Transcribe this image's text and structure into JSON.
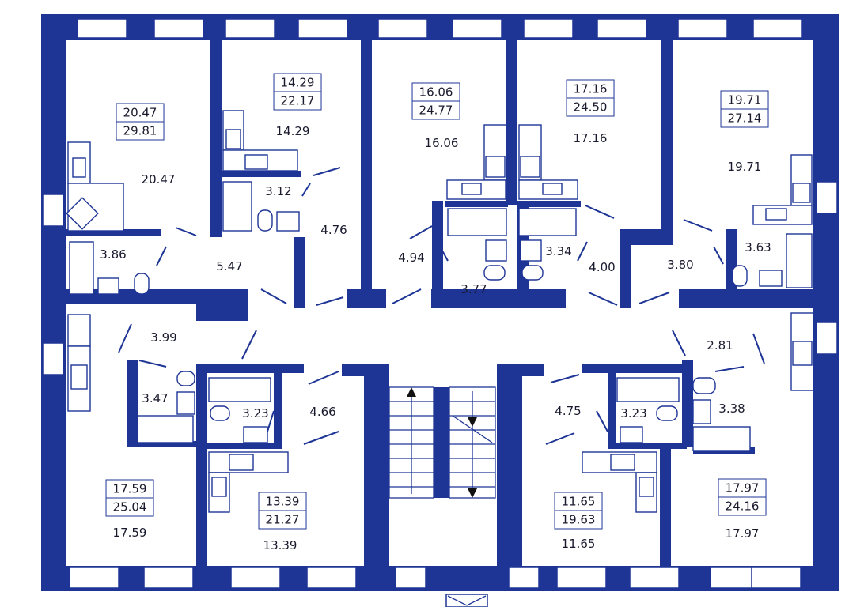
{
  "apartments": [
    {
      "id": "apt1",
      "living": "20.47",
      "total": "29.81",
      "room": "20.47"
    },
    {
      "id": "apt2",
      "living": "14.29",
      "total": "22.17",
      "room": "14.29"
    },
    {
      "id": "apt3",
      "living": "16.06",
      "total": "24.77",
      "room": "16.06"
    },
    {
      "id": "apt4",
      "living": "17.16",
      "total": "24.50",
      "room": "17.16"
    },
    {
      "id": "apt5",
      "living": "19.71",
      "total": "27.14",
      "room": "19.71"
    },
    {
      "id": "apt6",
      "living": "17.59",
      "total": "25.04",
      "room": "17.59"
    },
    {
      "id": "apt7",
      "living": "13.39",
      "total": "21.27",
      "room": "13.39"
    },
    {
      "id": "apt8",
      "living": "11.65",
      "total": "19.63",
      "room": "11.65"
    },
    {
      "id": "apt9",
      "living": "17.97",
      "total": "24.16",
      "room": "17.97"
    }
  ],
  "room_areas": {
    "bath_1": "3.86",
    "hall_1": "5.47",
    "bath_2": "3.12",
    "hall_2": "4.76",
    "hall_3": "4.94",
    "bath_3": "3.77",
    "bath_4": "3.34",
    "hall_4": "4.00",
    "hall_5": "3.80",
    "bath_5": "3.63",
    "hall_6": "3.99",
    "bath_6": "3.47",
    "bath_7": "3.23",
    "hall_7": "4.66",
    "hall_8": "4.75",
    "bath_8": "3.23",
    "hall_9": "2.81",
    "bath_9": "3.38"
  },
  "colors": {
    "wall": "#1e3596",
    "background": "#ffffff"
  }
}
